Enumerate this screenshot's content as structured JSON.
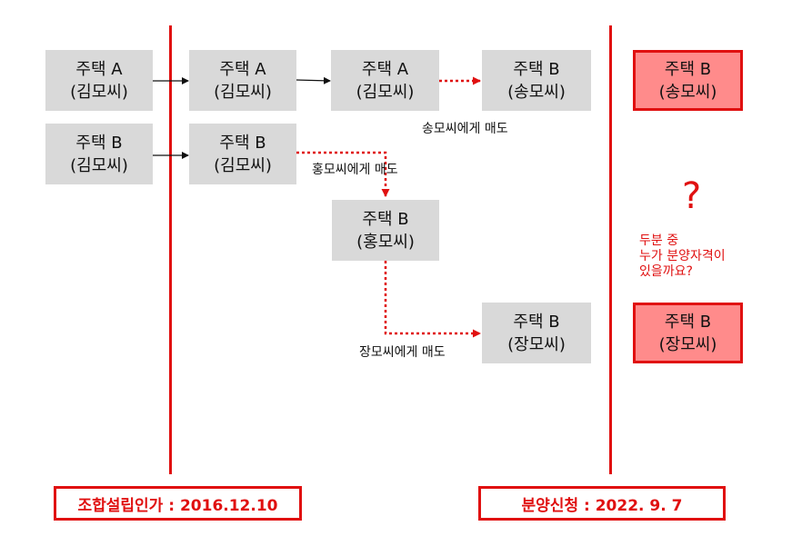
{
  "colors": {
    "red": "#e01010",
    "gray_box": "#d9d9d9",
    "red_box": "#ff8b8b"
  },
  "boxes": {
    "c1_a": {
      "line1": "주택 A",
      "line2": "(김모씨)"
    },
    "c1_b": {
      "line1": "주택 B",
      "line2": "(김모씨)"
    },
    "c2_a": {
      "line1": "주택 A",
      "line2": "(김모씨)"
    },
    "c2_b": {
      "line1": "주택 B",
      "line2": "(김모씨)"
    },
    "c3_a": {
      "line1": "주택 A",
      "line2": "(김모씨)"
    },
    "c3_b": {
      "line1": "주택 B",
      "line2": "(홍모씨)"
    },
    "c4_song": {
      "line1": "주택 B",
      "line2": "(송모씨)"
    },
    "c4_jang": {
      "line1": "주택 B",
      "line2": "(장모씨)"
    },
    "r_song": {
      "line1": "주택 B",
      "line2": "(송모씨)"
    },
    "r_jang": {
      "line1": "주택 B",
      "line2": "(장모씨)"
    }
  },
  "labels": {
    "sell_song": "송모씨에게 매도",
    "sell_hong": "홍모씨에게 매도",
    "sell_jang": "장모씨에게 매도"
  },
  "question": {
    "mark": "?",
    "line1": "두분 중",
    "line2": "누가 분양자격이",
    "line3": "있을까요?"
  },
  "dates": {
    "left": "조합설립인가 : 2016.12.10",
    "right": "분양신청 : 2022. 9. 7"
  }
}
